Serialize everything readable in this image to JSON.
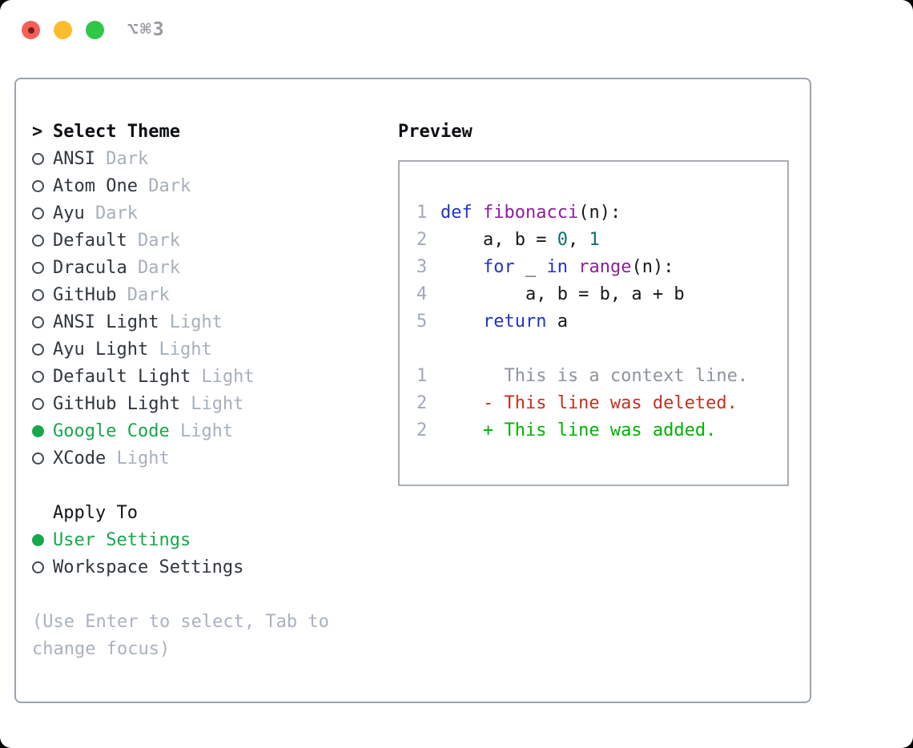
{
  "window": {
    "title": "⌥⌘3"
  },
  "theme_panel": {
    "cursor": ">",
    "title": "Select Theme",
    "items": [
      {
        "name": "ANSI",
        "variant": "Dark",
        "selected": false
      },
      {
        "name": "Atom One",
        "variant": "Dark",
        "selected": false
      },
      {
        "name": "Ayu",
        "variant": "Dark",
        "selected": false
      },
      {
        "name": "Default",
        "variant": "Dark",
        "selected": false
      },
      {
        "name": "Dracula",
        "variant": "Dark",
        "selected": false
      },
      {
        "name": "GitHub",
        "variant": "Dark",
        "selected": false
      },
      {
        "name": "ANSI Light",
        "variant": "Light",
        "selected": false
      },
      {
        "name": "Ayu Light",
        "variant": "Light",
        "selected": false
      },
      {
        "name": "Default Light",
        "variant": "Light",
        "selected": false
      },
      {
        "name": "GitHub Light",
        "variant": "Light",
        "selected": false
      },
      {
        "name": "Google Code",
        "variant": "Light",
        "selected": true
      },
      {
        "name": "XCode",
        "variant": "Light",
        "selected": false
      }
    ]
  },
  "apply_panel": {
    "title": "Apply To",
    "options": [
      {
        "label": "User Settings",
        "selected": true
      },
      {
        "label": "Workspace Settings",
        "selected": false
      }
    ]
  },
  "hint_lines": [
    "(Use Enter to select, Tab to",
    "change focus)"
  ],
  "preview": {
    "title": "Preview",
    "code_lines": [
      {
        "num": "1",
        "tokens": [
          [
            "kw",
            "def"
          ],
          [
            "pl",
            " "
          ],
          [
            "fn",
            "fibonacci"
          ],
          [
            "pl",
            "(n):"
          ]
        ]
      },
      {
        "num": "2",
        "tokens": [
          [
            "pl",
            "    a, b = "
          ],
          [
            "lit",
            "0"
          ],
          [
            "pl",
            ", "
          ],
          [
            "lit",
            "1"
          ]
        ]
      },
      {
        "num": "3",
        "tokens": [
          [
            "pl",
            "    "
          ],
          [
            "kw",
            "for"
          ],
          [
            "pl",
            " _ "
          ],
          [
            "kw",
            "in"
          ],
          [
            "pl",
            " "
          ],
          [
            "fn",
            "range"
          ],
          [
            "pl",
            "(n):"
          ]
        ]
      },
      {
        "num": "4",
        "tokens": [
          [
            "pl",
            "        a, b = b, a + b"
          ]
        ]
      },
      {
        "num": "5",
        "tokens": [
          [
            "pl",
            "    "
          ],
          [
            "kw",
            "return"
          ],
          [
            "pl",
            " a"
          ]
        ]
      }
    ],
    "diff_lines": [
      {
        "num": "1",
        "sign": " ",
        "text": "This is a context line.",
        "kind": "context"
      },
      {
        "num": "2",
        "sign": "-",
        "text": "This line was deleted.",
        "kind": "del"
      },
      {
        "num": "2",
        "sign": "+",
        "text": "This line was added.",
        "kind": "add"
      }
    ]
  },
  "colors": {
    "ui-green": "#17a84b",
    "dark-text": "#30363d",
    "muted": "#a7b0bc",
    "hint": "#aab2bd",
    "lnum": "#a0a9ba",
    "kw": "#2134c4",
    "fn": "#8d1f99",
    "lit": "#0b6f6f",
    "pl": "#16181c",
    "context": "#8d949c",
    "del": "#c5301c",
    "add": "#00b200",
    "traffic-red": "#f45f57",
    "traffic-yellow": "#fdbc2e",
    "traffic-green": "#2fc748"
  }
}
